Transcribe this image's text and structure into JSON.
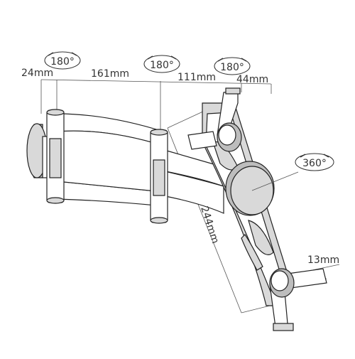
{
  "diagram": {
    "dimensions": {
      "wall_offset": "24mm",
      "first_arm": "161mm",
      "second_arm": "111mm",
      "holder_arm": "44mm",
      "holder_height": "244mm",
      "clamp_depth": "13mm"
    },
    "rotations": {
      "wall_joint": "180°",
      "middle_joint": "180°",
      "holder_joint": "180°",
      "holder_swivel": "360°"
    },
    "colors": {
      "line": "#222222",
      "fill_light": "#d9d9d9",
      "fill_dark": "#bdbdbd"
    }
  }
}
